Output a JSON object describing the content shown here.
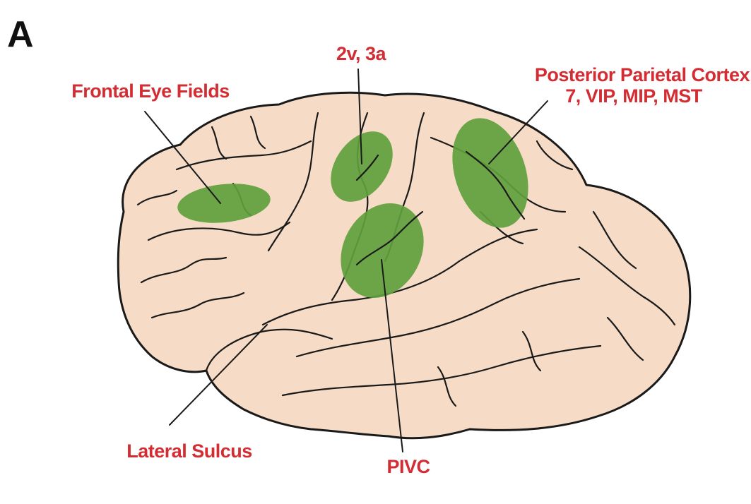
{
  "panel_label": "A",
  "colors": {
    "label_red": "#d32d33",
    "region_green": "#5f9e3d",
    "brain_fill": "#f6dcc6",
    "outline": "#1a1a1a"
  },
  "labels": {
    "frontal_eye_fields": "Frontal Eye Fields",
    "area_2v_3a": "2v, 3a",
    "posterior_parietal_line1": "Posterior Parietal Cortex",
    "posterior_parietal_line2": "7, VIP, MIP, MST",
    "lateral_sulcus": "Lateral Sulcus",
    "pivc": "PIVC"
  }
}
